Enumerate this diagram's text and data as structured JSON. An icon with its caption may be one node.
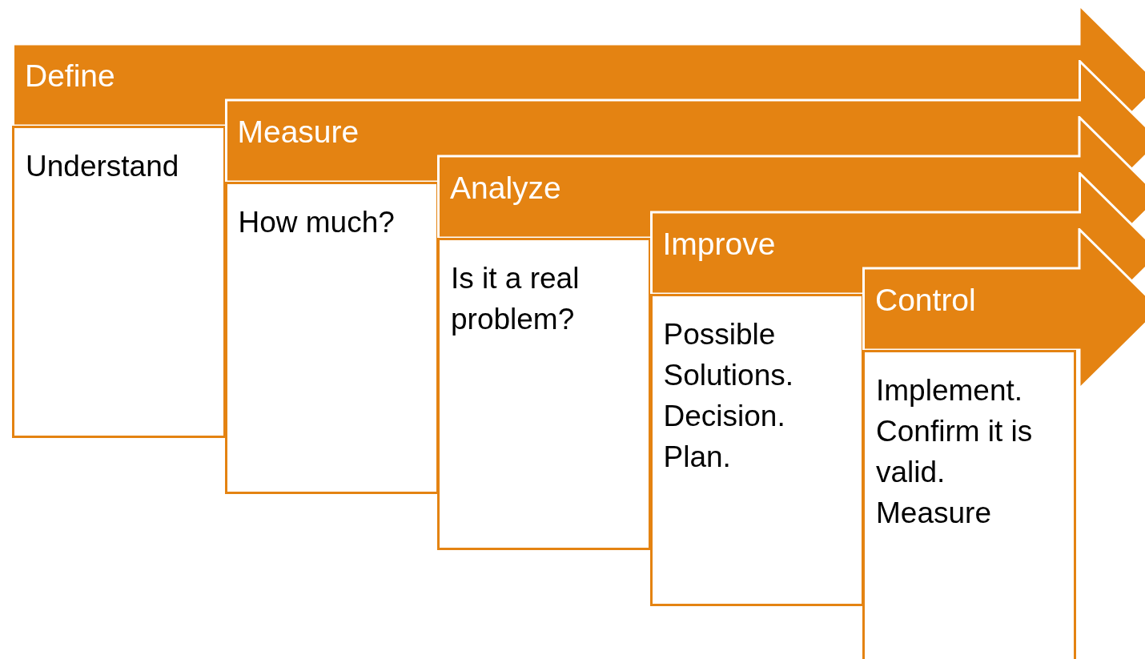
{
  "diagram": {
    "nodes": [
      {
        "text": [
          "Define"
        ]
      },
      {
        "text": [
          "Understand"
        ]
      },
      {
        "text": [
          "Measure"
        ]
      },
      {
        "text": [
          "How much?"
        ]
      },
      {
        "text": [
          "Analyze"
        ]
      },
      {
        "text": [
          "Is it a real problem?"
        ]
      },
      {
        "text": [
          "Improve"
        ]
      },
      {
        "text": [
          "Possible Solutions. Decision. Plan."
        ]
      },
      {
        "text": [
          "Control"
        ]
      },
      {
        "text": [
          "Implement. Confirm it is valid. Measure"
        ]
      }
    ]
  }
}
